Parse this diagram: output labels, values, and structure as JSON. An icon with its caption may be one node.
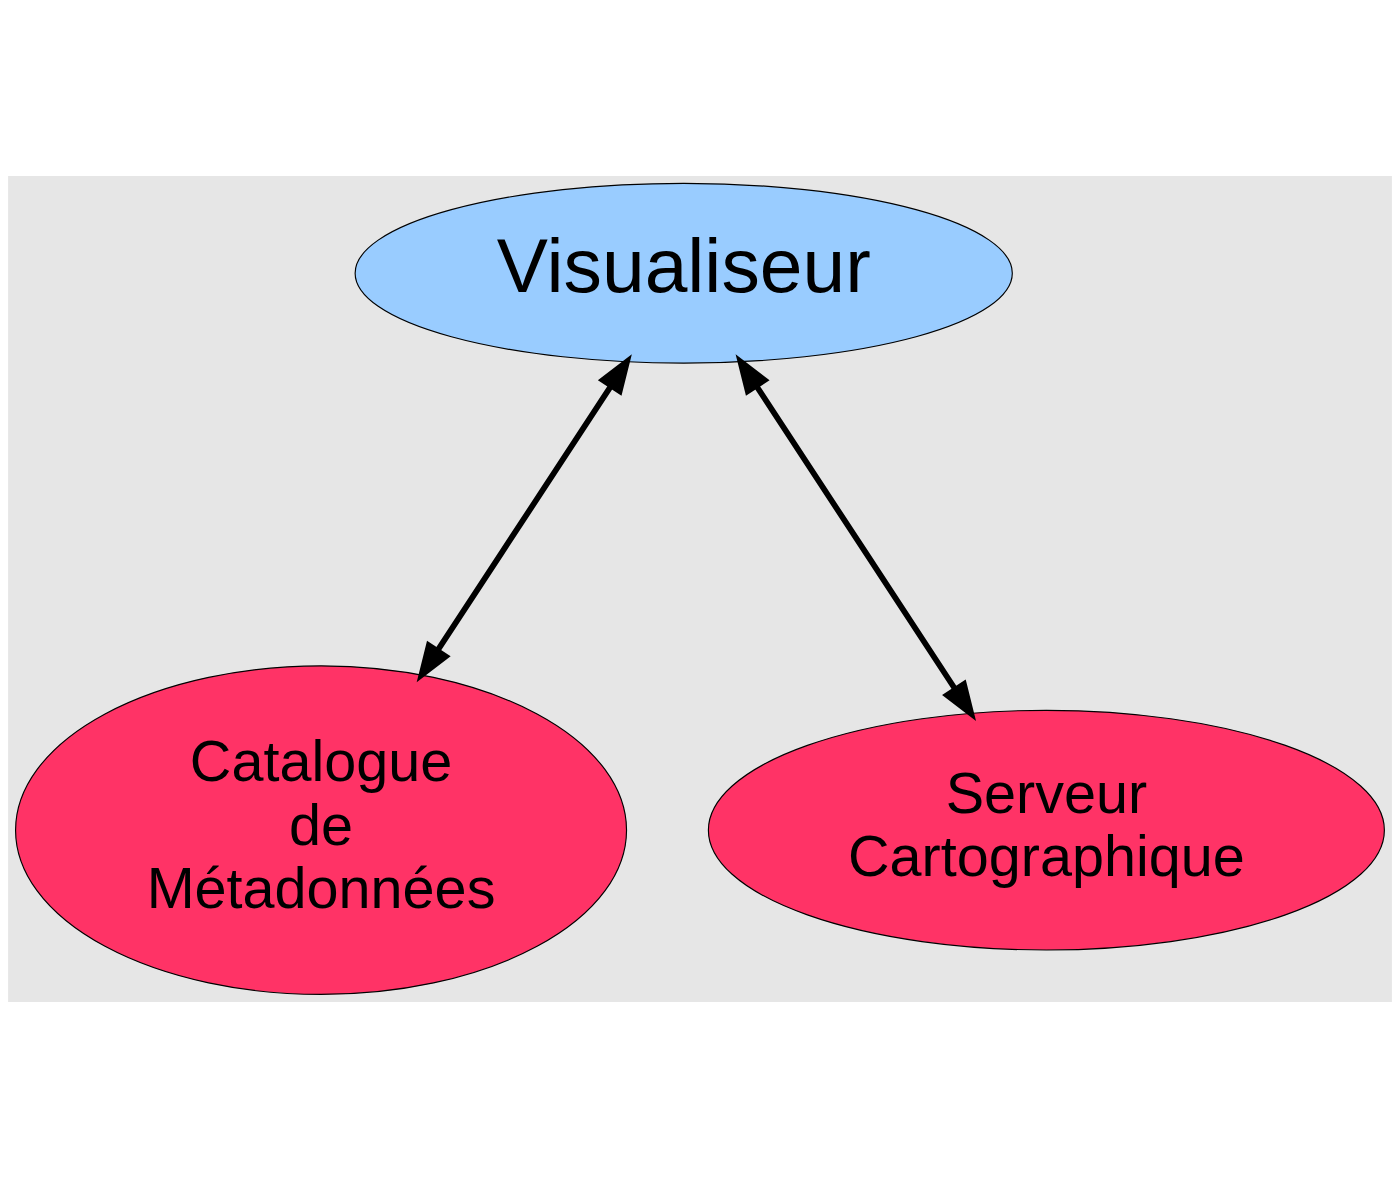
{
  "diagram": {
    "nodes": [
      {
        "text": [
          "Visualiseur"
        ]
      },
      {
        "text": [
          "Catalogue de Métadonnées"
        ]
      },
      {
        "text": [
          "Serveur Cartographique"
        ]
      }
    ],
    "edges": [
      {
        "from": 0,
        "to": 1,
        "arrow": "both"
      },
      {
        "from": 0,
        "to": 2,
        "arrow": "both"
      }
    ]
  }
}
